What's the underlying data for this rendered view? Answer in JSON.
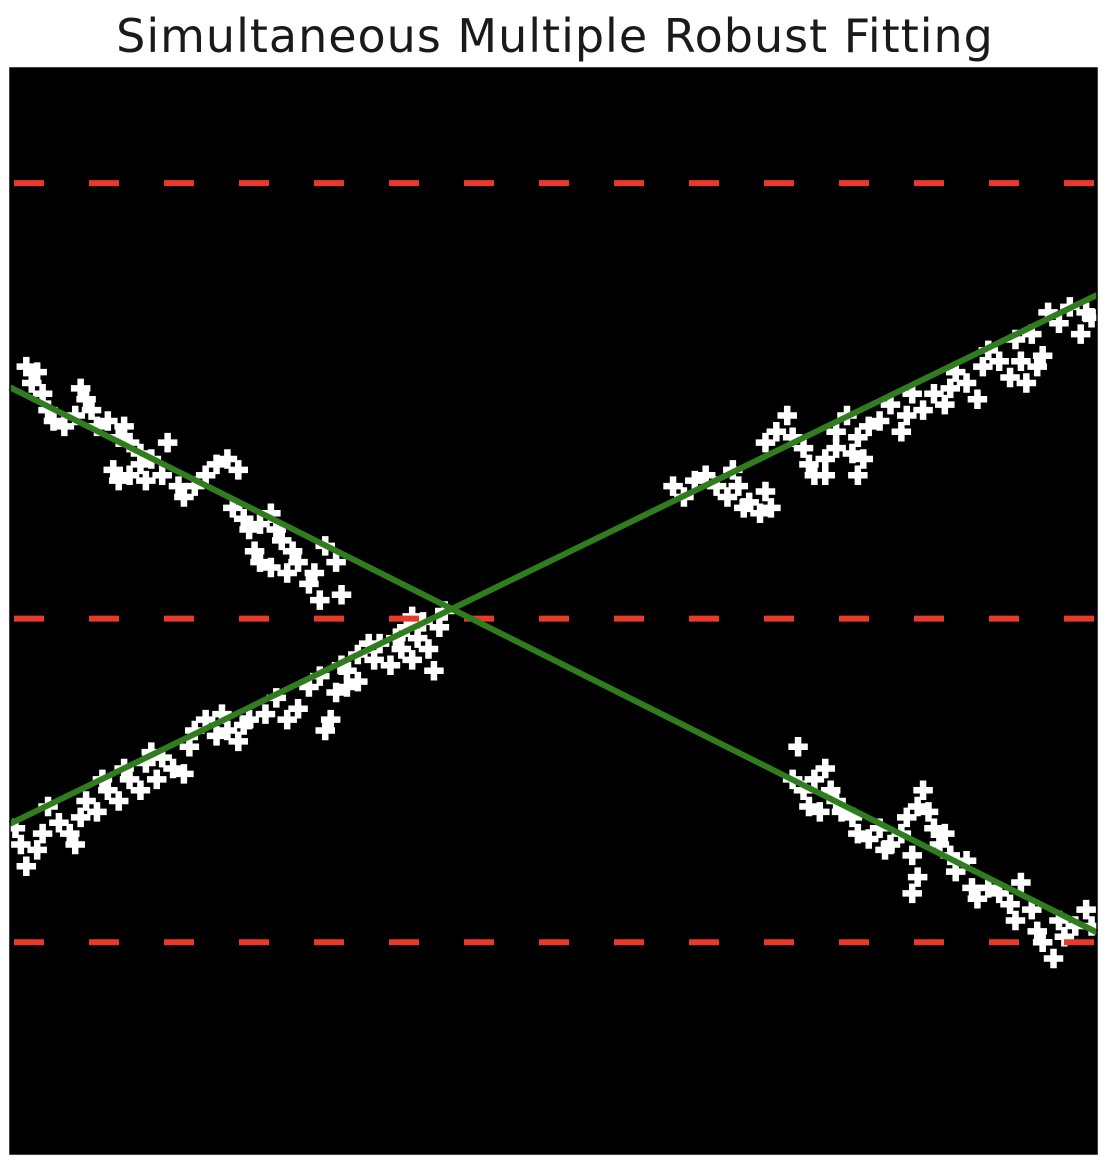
{
  "chart_data": {
    "type": "scatter",
    "title": "Simultaneous Multiple Robust Fitting",
    "xlabel": "",
    "ylabel": "",
    "xlim": [
      0,
      100
    ],
    "ylim": [
      100,
      0
    ],
    "grid": false,
    "axes_visible": false,
    "background_color": "#000000",
    "point_color": "#ffffff",
    "fit_line_color": "#2f7d1e",
    "threshold_line_color": "#e8392b",
    "threshold_lines": [
      {
        "y": 10.6
      },
      {
        "y": 50.7
      },
      {
        "y": 80.5
      }
    ],
    "fitted_lines": [
      {
        "x": [
          0,
          100
        ],
        "y": [
          29.4,
          79.6
        ]
      },
      {
        "x": [
          0,
          100
        ],
        "y": [
          69.6,
          20.9
        ]
      }
    ],
    "series": [
      {
        "values": [
          [
            1.5,
            27.5
          ],
          [
            2.5,
            28.0
          ],
          [
            2.0,
            29.0
          ],
          [
            3.0,
            30.0
          ],
          [
            3.5,
            31.5
          ],
          [
            4.0,
            32.5
          ],
          [
            5.0,
            33.0
          ],
          [
            6.0,
            32.0
          ],
          [
            6.5,
            29.5
          ],
          [
            7.0,
            30.5
          ],
          [
            7.5,
            31.5
          ],
          [
            8.0,
            33.0
          ],
          [
            9.0,
            32.5
          ],
          [
            10.0,
            34.0
          ],
          [
            10.5,
            33.0
          ],
          [
            11.0,
            34.5
          ],
          [
            12.0,
            35.5
          ],
          [
            9.5,
            37.0
          ],
          [
            10.0,
            38.0
          ],
          [
            11.0,
            37.5
          ],
          [
            12.0,
            36.5
          ],
          [
            12.5,
            38.0
          ],
          [
            13.0,
            36.0
          ],
          [
            14.0,
            37.5
          ],
          [
            14.5,
            34.5
          ],
          [
            15.5,
            38.5
          ],
          [
            16.0,
            39.5
          ],
          [
            17.0,
            38.5
          ],
          [
            18.0,
            37.5
          ],
          [
            19.0,
            36.5
          ],
          [
            20.0,
            36.0
          ],
          [
            21.0,
            37.0
          ],
          [
            20.5,
            40.5
          ],
          [
            21.5,
            41.5
          ],
          [
            22.0,
            42.5
          ],
          [
            23.0,
            42.0
          ],
          [
            24.0,
            41.0
          ],
          [
            24.5,
            42.5
          ],
          [
            25.0,
            43.5
          ],
          [
            26.0,
            44.5
          ],
          [
            22.5,
            44.5
          ],
          [
            23.0,
            45.5
          ],
          [
            24.0,
            46.0
          ],
          [
            25.5,
            46.5
          ],
          [
            26.5,
            45.5
          ],
          [
            27.5,
            47.5
          ],
          [
            28.0,
            46.5
          ],
          [
            29.0,
            44.0
          ],
          [
            30.0,
            45.5
          ],
          [
            28.5,
            49.0
          ],
          [
            30.5,
            48.5
          ]
        ]
      },
      {
        "values": [
          [
            0.5,
            70.0
          ],
          [
            1.0,
            71.5
          ],
          [
            1.5,
            73.5
          ],
          [
            2.5,
            72.0
          ],
          [
            3.0,
            70.5
          ],
          [
            3.5,
            68.0
          ],
          [
            4.5,
            69.5
          ],
          [
            5.5,
            70.5
          ],
          [
            6.0,
            71.5
          ],
          [
            6.5,
            69.0
          ],
          [
            7.0,
            67.5
          ],
          [
            8.0,
            68.5
          ],
          [
            8.5,
            65.5
          ],
          [
            9.0,
            66.5
          ],
          [
            10.0,
            67.5
          ],
          [
            10.5,
            64.5
          ],
          [
            11.0,
            65.5
          ],
          [
            12.0,
            66.5
          ],
          [
            12.5,
            64.0
          ],
          [
            13.0,
            63.0
          ],
          [
            13.5,
            65.5
          ],
          [
            14.0,
            63.5
          ],
          [
            15.0,
            64.5
          ],
          [
            16.0,
            65.0
          ],
          [
            16.5,
            62.5
          ],
          [
            17.0,
            61.0
          ],
          [
            18.0,
            60.0
          ],
          [
            19.0,
            61.5
          ],
          [
            19.5,
            59.5
          ],
          [
            20.0,
            61.0
          ],
          [
            21.0,
            62.0
          ],
          [
            21.5,
            60.5
          ],
          [
            22.0,
            60.0
          ],
          [
            23.5,
            59.5
          ],
          [
            24.5,
            58.0
          ],
          [
            25.5,
            60.0
          ],
          [
            26.5,
            59.0
          ],
          [
            27.5,
            57.0
          ],
          [
            28.5,
            56.0
          ],
          [
            29.0,
            61.0
          ],
          [
            30.0,
            57.5
          ],
          [
            29.5,
            60.0
          ],
          [
            31.0,
            57.0
          ],
          [
            30.5,
            55.0
          ],
          [
            32.0,
            56.5
          ],
          [
            33.5,
            54.5
          ],
          [
            34.0,
            53.0
          ],
          [
            35.0,
            55.0
          ],
          [
            36.0,
            53.5
          ],
          [
            37.0,
            54.5
          ],
          [
            37.5,
            52.5
          ],
          [
            38.5,
            53.5
          ],
          [
            39.0,
            55.5
          ],
          [
            39.5,
            51.5
          ],
          [
            40.0,
            50.0
          ],
          [
            38.0,
            51.0
          ],
          [
            37.0,
            50.5
          ],
          [
            36.5,
            51.5
          ],
          [
            35.5,
            52.5
          ],
          [
            33.0,
            53.0
          ],
          [
            32.0,
            54.0
          ],
          [
            31.0,
            55.5
          ]
        ]
      },
      {
        "values": [
          [
            61.0,
            38.5
          ],
          [
            62.0,
            39.5
          ],
          [
            63.0,
            38.0
          ],
          [
            64.0,
            37.5
          ],
          [
            65.0,
            38.5
          ],
          [
            66.0,
            39.5
          ],
          [
            66.5,
            37.0
          ],
          [
            67.0,
            38.5
          ],
          [
            67.5,
            40.5
          ],
          [
            68.0,
            40.0
          ],
          [
            69.0,
            41.0
          ],
          [
            69.5,
            39.0
          ],
          [
            70.0,
            40.5
          ],
          [
            69.5,
            34.5
          ],
          [
            70.5,
            33.5
          ],
          [
            71.5,
            32.0
          ],
          [
            72.0,
            34.0
          ],
          [
            73.0,
            35.0
          ],
          [
            73.5,
            36.5
          ],
          [
            74.0,
            37.5
          ],
          [
            75.0,
            36.0
          ],
          [
            76.0,
            35.0
          ],
          [
            76.0,
            33.5
          ],
          [
            77.0,
            32.0
          ],
          [
            78.0,
            34.0
          ],
          [
            78.5,
            36.0
          ],
          [
            79.0,
            33.0
          ],
          [
            80.0,
            32.5
          ],
          [
            81.0,
            31.0
          ],
          [
            78.0,
            37.5
          ],
          [
            77.5,
            35.5
          ],
          [
            75.0,
            37.5
          ],
          [
            82.0,
            33.5
          ],
          [
            82.5,
            32.0
          ],
          [
            83.0,
            30.0
          ],
          [
            84.0,
            31.5
          ],
          [
            85.0,
            30.0
          ],
          [
            86.0,
            31.0
          ],
          [
            86.5,
            29.5
          ],
          [
            87.0,
            28.0
          ],
          [
            88.0,
            29.0
          ],
          [
            89.0,
            30.5
          ],
          [
            89.5,
            27.5
          ],
          [
            90.0,
            26.0
          ],
          [
            91.0,
            27.0
          ],
          [
            92.0,
            28.5
          ],
          [
            93.0,
            27.0
          ],
          [
            92.5,
            25.0
          ],
          [
            93.5,
            29.0
          ],
          [
            94.5,
            27.5
          ],
          [
            95.0,
            26.5
          ],
          [
            94.0,
            24.5
          ],
          [
            95.5,
            22.5
          ],
          [
            96.5,
            23.5
          ],
          [
            97.5,
            22.0
          ],
          [
            99.0,
            22.5
          ],
          [
            99.5,
            23.0
          ],
          [
            98.5,
            24.5
          ]
        ]
      },
      {
        "values": [
          [
            72.5,
            62.5
          ],
          [
            72.0,
            65.5
          ],
          [
            73.0,
            66.5
          ],
          [
            74.0,
            65.5
          ],
          [
            75.0,
            64.5
          ],
          [
            75.5,
            66.5
          ],
          [
            76.0,
            67.5
          ],
          [
            73.5,
            68.0
          ],
          [
            74.5,
            68.5
          ],
          [
            76.5,
            68.5
          ],
          [
            77.5,
            69.0
          ],
          [
            78.0,
            70.5
          ],
          [
            79.0,
            71.0
          ],
          [
            80.0,
            70.0
          ],
          [
            80.5,
            72.0
          ],
          [
            81.0,
            71.5
          ],
          [
            82.0,
            70.5
          ],
          [
            82.5,
            69.0
          ],
          [
            83.0,
            72.5
          ],
          [
            83.5,
            68.0
          ],
          [
            84.0,
            66.5
          ],
          [
            84.5,
            68.5
          ],
          [
            85.0,
            70.0
          ],
          [
            85.5,
            71.5
          ],
          [
            86.0,
            70.5
          ],
          [
            86.5,
            72.5
          ],
          [
            87.0,
            74.0
          ],
          [
            88.0,
            73.0
          ],
          [
            83.5,
            74.5
          ],
          [
            83.0,
            76.0
          ],
          [
            88.5,
            75.5
          ],
          [
            89.0,
            76.5
          ],
          [
            90.0,
            75.5
          ],
          [
            91.0,
            76.0
          ],
          [
            92.0,
            77.0
          ],
          [
            92.5,
            78.5
          ],
          [
            93.0,
            75.0
          ],
          [
            94.0,
            77.5
          ],
          [
            94.5,
            79.5
          ],
          [
            95.0,
            80.5
          ],
          [
            96.0,
            82.0
          ],
          [
            96.5,
            78.5
          ],
          [
            97.0,
            80.0
          ],
          [
            98.0,
            79.0
          ],
          [
            99.0,
            77.5
          ],
          [
            99.5,
            79.0
          ]
        ]
      }
    ]
  }
}
